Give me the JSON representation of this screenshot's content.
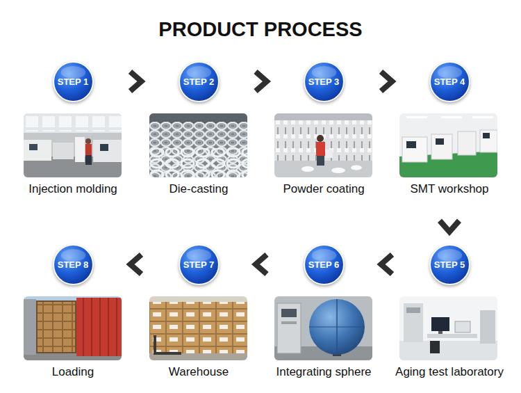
{
  "diagram": {
    "title": "PRODUCT PROCESS",
    "nodes": [
      {
        "text": [
          "STEP 1"
        ]
      },
      {
        "text": [
          "Injection molding"
        ]
      },
      {
        "text": [
          "STEP 2"
        ]
      },
      {
        "text": [
          "Die-casting"
        ]
      },
      {
        "text": [
          "STEP 3"
        ]
      },
      {
        "text": [
          "Powder coating"
        ]
      },
      {
        "text": [
          "STEP 4"
        ]
      },
      {
        "text": [
          "SMT workshop"
        ]
      },
      {
        "text": [
          "STEP 5"
        ]
      },
      {
        "text": [
          "Aging test laboratory"
        ]
      },
      {
        "text": [
          "STEP 6"
        ]
      },
      {
        "text": [
          "Integrating sphere"
        ]
      },
      {
        "text": [
          "STEP 7"
        ]
      },
      {
        "text": [
          "Warehouse"
        ]
      },
      {
        "text": [
          "STEP 8"
        ]
      },
      {
        "text": [
          "Loading"
        ]
      }
    ],
    "edges": [
      {
        "from": 0,
        "to": 2,
        "arrow": "to"
      },
      {
        "from": 2,
        "to": 4,
        "arrow": "to"
      },
      {
        "from": 4,
        "to": 6,
        "arrow": "to"
      },
      {
        "from": 6,
        "to": 8,
        "arrow": "to"
      },
      {
        "from": 8,
        "to": 10,
        "arrow": "to"
      },
      {
        "from": 10,
        "to": 12,
        "arrow": "to"
      },
      {
        "from": 12,
        "to": 14,
        "arrow": "to"
      }
    ]
  }
}
